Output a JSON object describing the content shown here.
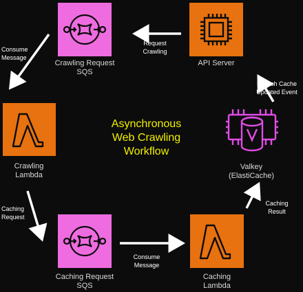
{
  "title": {
    "line1": "Asynchronous",
    "line2": "Web Crawling",
    "line3": "Workflow"
  },
  "nodes": {
    "api_server": {
      "label1": "API Server",
      "label2": "",
      "icon": "ec2-instance-icon"
    },
    "crawling_sqs": {
      "label1": "Crawling Request",
      "label2": "SQS",
      "icon": "sqs-queue-icon"
    },
    "crawling_lambda": {
      "label1": "Crawling",
      "label2": "Lambda",
      "icon": "lambda-icon"
    },
    "caching_sqs": {
      "label1": "Caching Request",
      "label2": "SQS",
      "icon": "sqs-queue-icon"
    },
    "caching_lambda": {
      "label1": "Caching",
      "label2": "Lambda",
      "icon": "lambda-icon"
    },
    "valkey": {
      "label1": "Valkey",
      "label2": "(ElastiCache)",
      "icon": "elasticache-valkey-icon"
    }
  },
  "edges": {
    "request_crawling": {
      "line1": "Request",
      "line2": "Crawling"
    },
    "consume_message_1": {
      "line1": "Consume",
      "line2": "Message"
    },
    "caching_request": {
      "line1": "Caching",
      "line2": "Request"
    },
    "consume_message_2": {
      "line1": "Consume",
      "line2": "Message"
    },
    "caching_result": {
      "line1": "Caching",
      "line2": "Result"
    },
    "publish_cache": {
      "line1": "Publish Cache",
      "line2": "Updated Event"
    }
  },
  "colors": {
    "background": "#0c0c0c",
    "sqs": "#ee6ce0",
    "lambda": "#e8720f",
    "valkey": "#e04ce6",
    "title": "#f2f000",
    "arrow": "#ffffff"
  }
}
